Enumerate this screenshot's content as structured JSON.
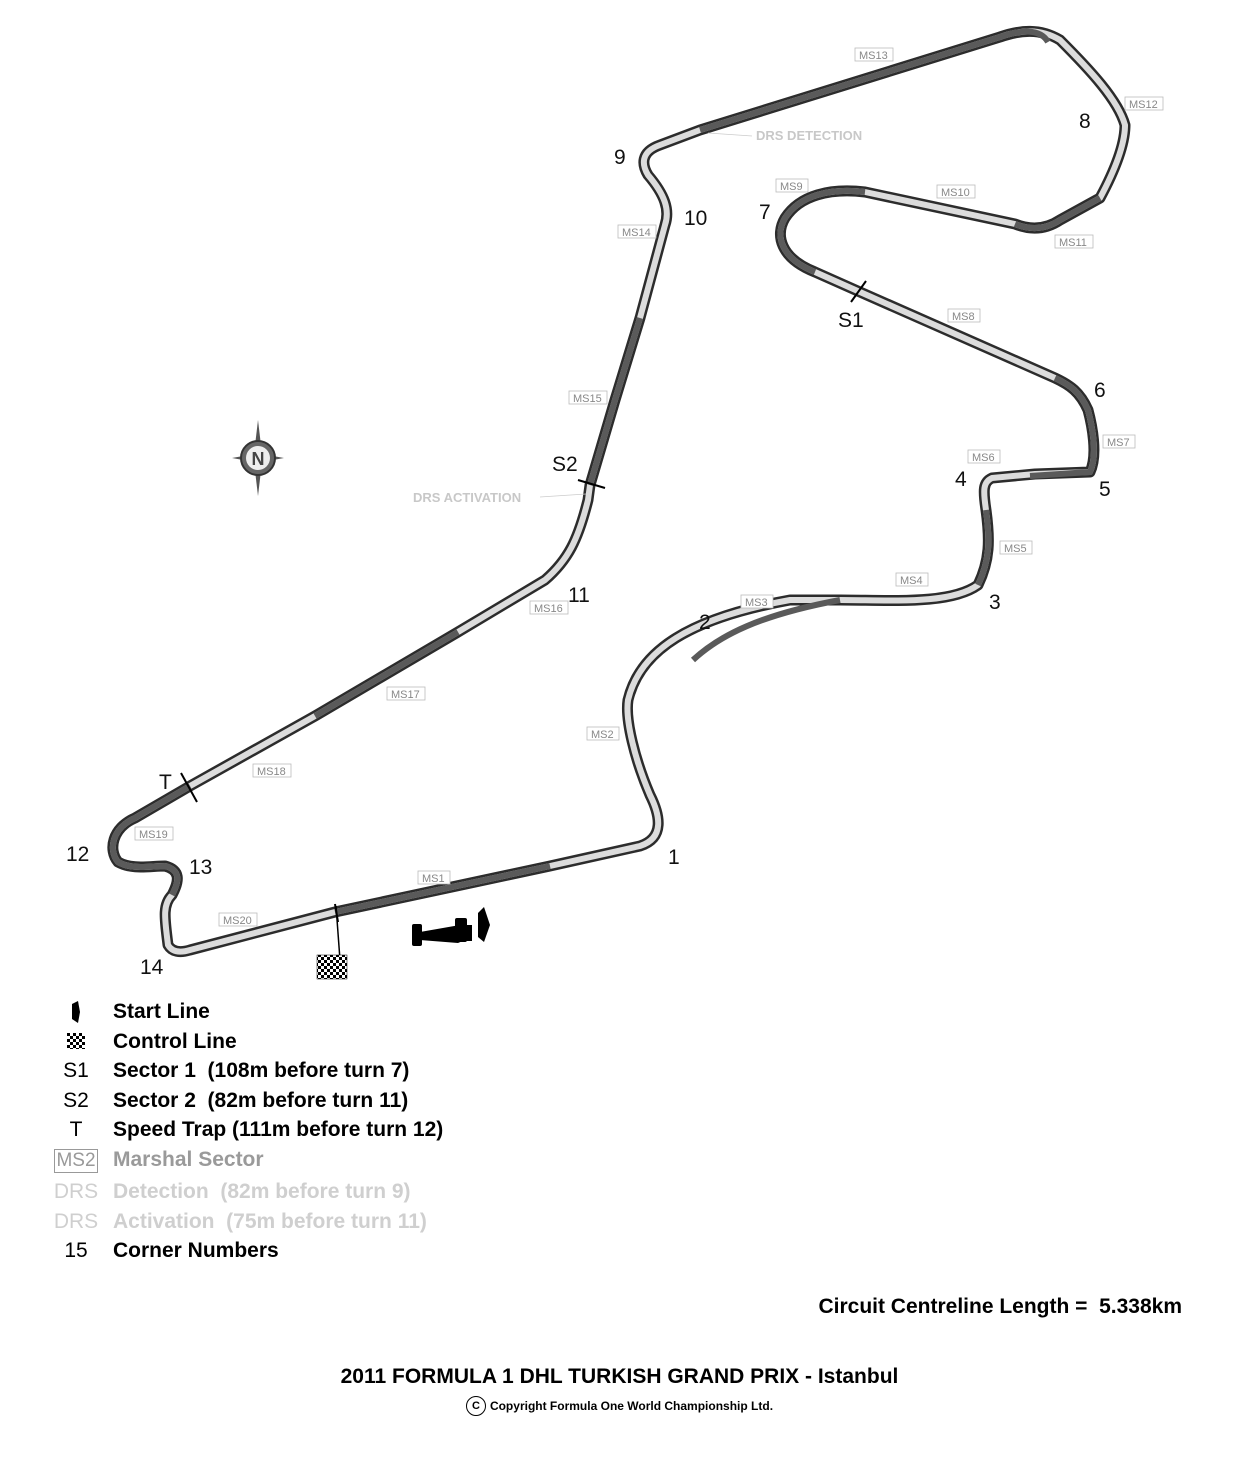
{
  "corner_numbers": [
    "1",
    "2",
    "3",
    "4",
    "5",
    "6",
    "7",
    "8",
    "9",
    "10",
    "11",
    "12",
    "13",
    "14"
  ],
  "sector_marks": [
    "S1",
    "S2",
    "T"
  ],
  "marshal_sectors": [
    "MS1",
    "MS2",
    "MS3",
    "MS4",
    "MS5",
    "MS6",
    "MS7",
    "MS8",
    "MS9",
    "MS10",
    "MS11",
    "MS12",
    "MS13",
    "MS14",
    "MS15",
    "MS16",
    "MS17",
    "MS18",
    "MS19",
    "MS20"
  ],
  "drs_labels": {
    "detection": "DRS DETECTION",
    "activation": "DRS ACTIVATION"
  },
  "compass": {
    "letter": "N"
  },
  "legend": [
    {
      "symbol": "",
      "text": "Start Line",
      "symbol_icon": "start-line-icon"
    },
    {
      "symbol": "",
      "text": "Control Line",
      "symbol_icon": "checkered-flag-icon"
    },
    {
      "symbol": "S1",
      "text": "Sector 1  (108m before turn 7)"
    },
    {
      "symbol": "S2",
      "text": "Sector 2  (82m before turn 11)"
    },
    {
      "symbol": "T",
      "text": "Speed Trap (111m before turn 12)"
    },
    {
      "symbol": "MS2",
      "text": "Marshal Sector"
    },
    {
      "symbol": "DRS",
      "text": "Detection  (82m before turn 9)"
    },
    {
      "symbol": "DRS",
      "text": "Activation  (75m before turn 11)"
    },
    {
      "symbol": "15",
      "text": "Corner Numbers"
    }
  ],
  "circuit_length": "Circuit Centreline Length =  5.338km",
  "title": "2011 FORMULA 1 DHL TURKISH GRAND PRIX - Istanbul",
  "copyright_symbol": "C",
  "copyright": "Copyright Formula One World Championship Ltd.",
  "colors": {
    "track_dark": "#5a5a5a",
    "track_light": "#dcdcdc",
    "track_edge": "#333333",
    "marshal_gray": "#888888",
    "drs_gray": "#c8c8c8"
  }
}
